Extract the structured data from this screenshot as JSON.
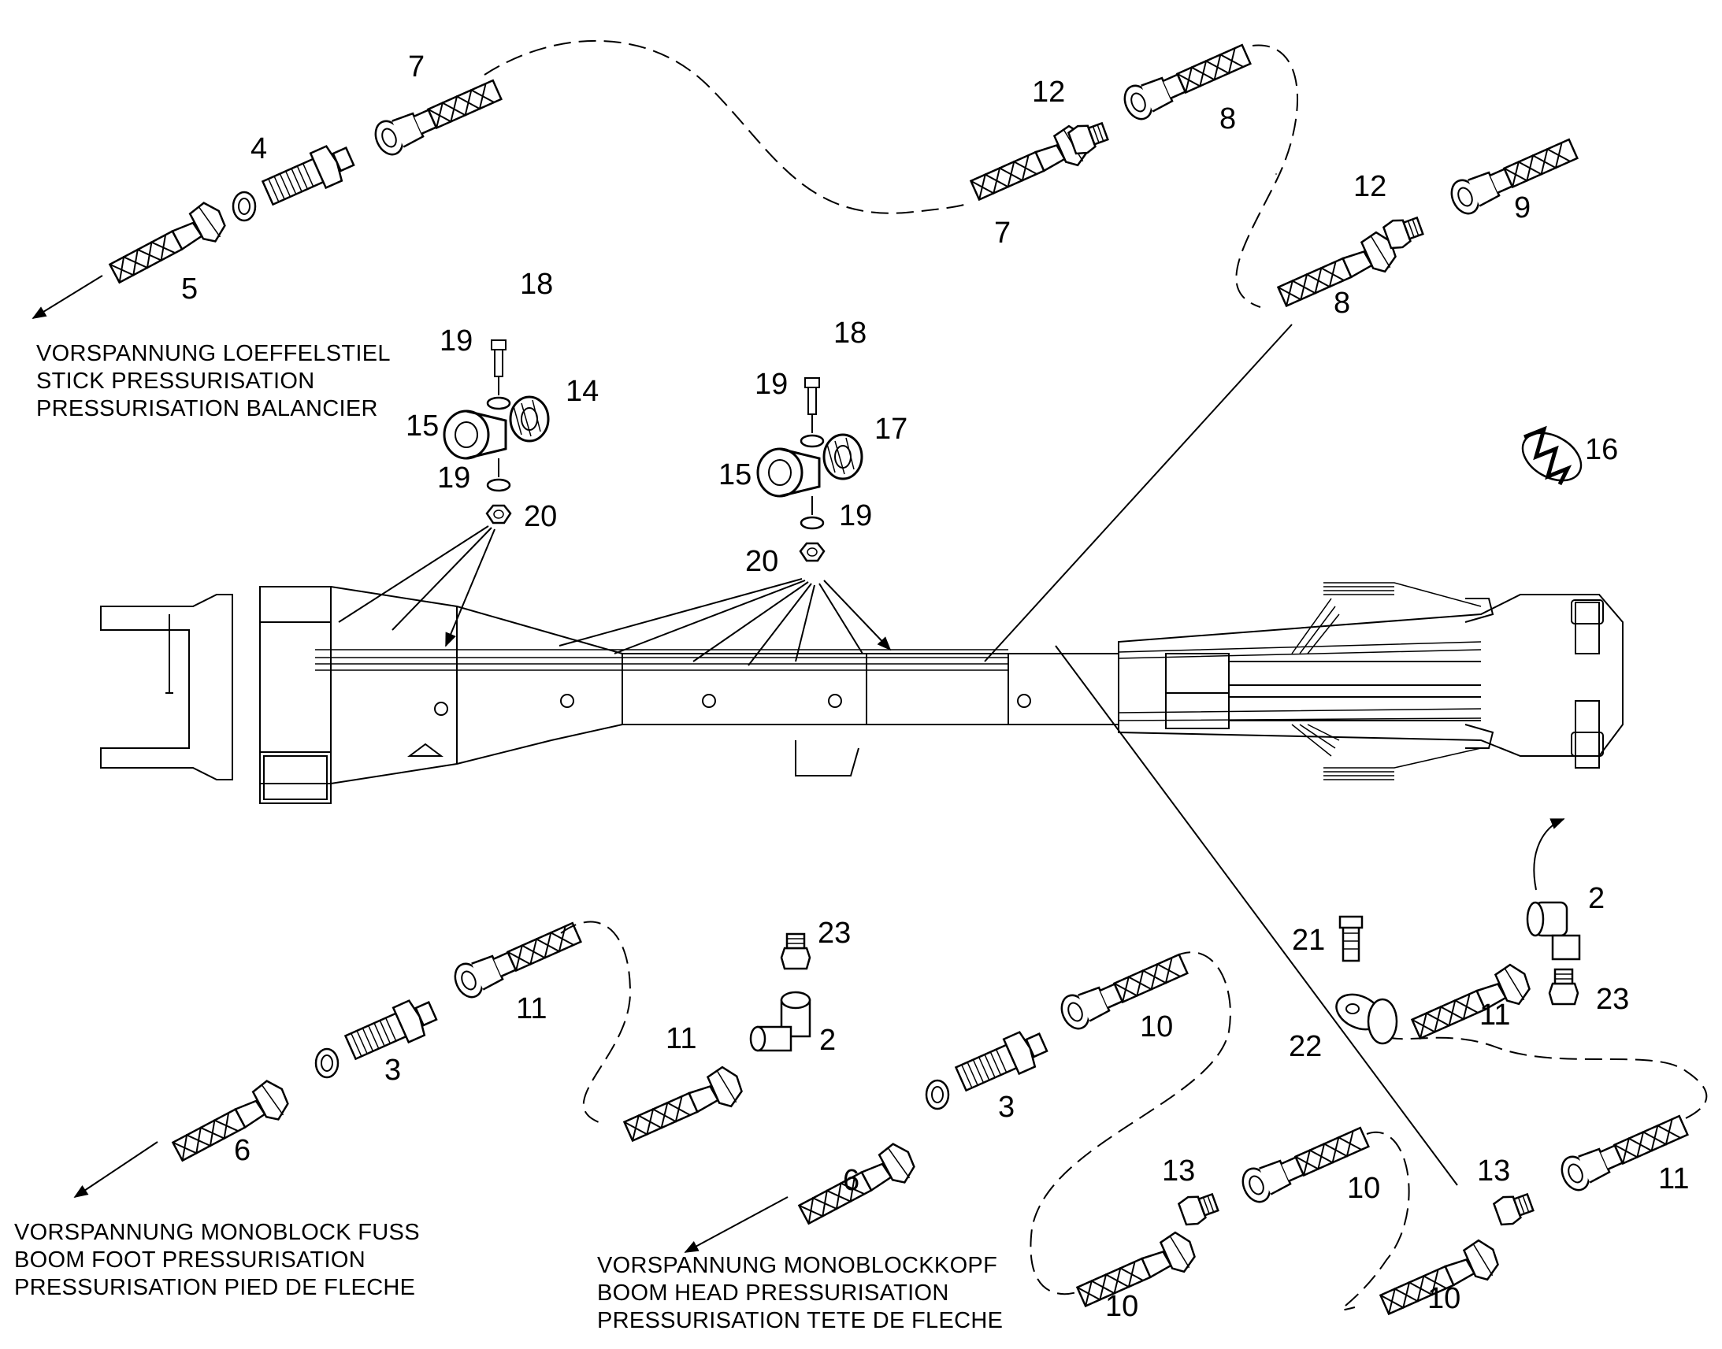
{
  "captions": {
    "stick": [
      "VORSPANNUNG LOEFFELSTIEL",
      "STICK PRESSURISATION",
      "PRESSURISATION BALANCIER"
    ],
    "boom_foot": [
      "VORSPANNUNG MONOBLOCK FUSS",
      "BOOM FOOT PRESSURISATION",
      "PRESSURISATION PIED DE FLECHE"
    ],
    "boom_head": [
      "VORSPANNUNG MONOBLOCKKOPF",
      "BOOM HEAD PRESSURISATION",
      "PRESSURISATION TETE DE FLECHE"
    ]
  },
  "callouts": [
    {
      "id": "n7a",
      "text": "7"
    },
    {
      "id": "n4",
      "text": "4"
    },
    {
      "id": "n5",
      "text": "5"
    },
    {
      "id": "n12a",
      "text": "12"
    },
    {
      "id": "n8a",
      "text": "8"
    },
    {
      "id": "n7b",
      "text": "7"
    },
    {
      "id": "n12b",
      "text": "12"
    },
    {
      "id": "n9",
      "text": "9"
    },
    {
      "id": "n8b",
      "text": "8"
    },
    {
      "id": "n18a",
      "text": "18"
    },
    {
      "id": "n19a",
      "text": "19"
    },
    {
      "id": "n14",
      "text": "14"
    },
    {
      "id": "n15a",
      "text": "15"
    },
    {
      "id": "n19b",
      "text": "19"
    },
    {
      "id": "n20a",
      "text": "20"
    },
    {
      "id": "n18b",
      "text": "18"
    },
    {
      "id": "n19c",
      "text": "19"
    },
    {
      "id": "n17",
      "text": "17"
    },
    {
      "id": "n15b",
      "text": "15"
    },
    {
      "id": "n19d",
      "text": "19"
    },
    {
      "id": "n20b",
      "text": "20"
    },
    {
      "id": "n16",
      "text": "16"
    },
    {
      "id": "n23a",
      "text": "23"
    },
    {
      "id": "n11a",
      "text": "11"
    },
    {
      "id": "n3a",
      "text": "3"
    },
    {
      "id": "n6a",
      "text": "6"
    },
    {
      "id": "n11b",
      "text": "11"
    },
    {
      "id": "n2a",
      "text": "2"
    },
    {
      "id": "n10a",
      "text": "10"
    },
    {
      "id": "n3b",
      "text": "3"
    },
    {
      "id": "n6b",
      "text": "6"
    },
    {
      "id": "n21",
      "text": "21"
    },
    {
      "id": "n2b",
      "text": "2"
    },
    {
      "id": "n11c",
      "text": "11"
    },
    {
      "id": "n23b",
      "text": "23"
    },
    {
      "id": "n22",
      "text": "22"
    },
    {
      "id": "n13a",
      "text": "13"
    },
    {
      "id": "n10b",
      "text": "10"
    },
    {
      "id": "n10c",
      "text": "10"
    },
    {
      "id": "n13b",
      "text": "13"
    },
    {
      "id": "n11d",
      "text": "11"
    },
    {
      "id": "n10d",
      "text": "10"
    }
  ]
}
